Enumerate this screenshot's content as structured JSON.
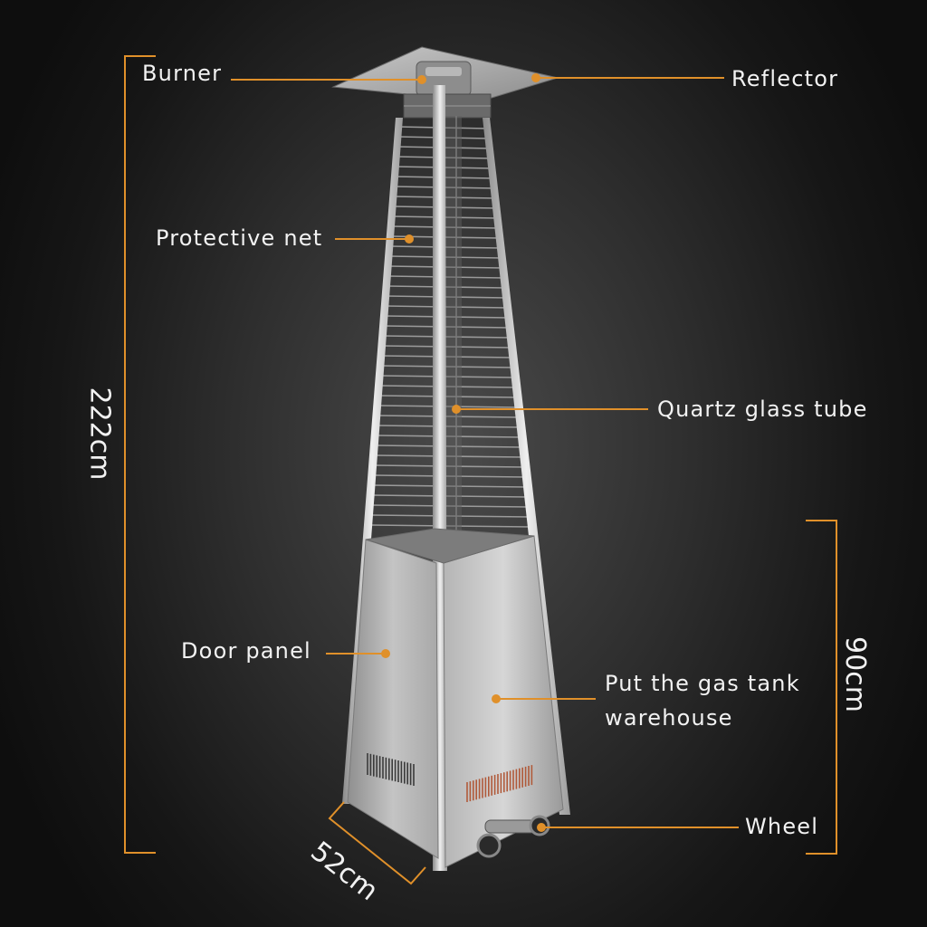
{
  "labels": {
    "burner": "Burner",
    "reflector": "Reflector",
    "protective_net": "Protective net",
    "quartz_tube": "Quartz glass tube",
    "door_panel": "Door panel",
    "gas_tank_line1": "Put the gas tank",
    "gas_tank_line2": "warehouse",
    "wheel": "Wheel"
  },
  "dimensions": {
    "height_total": "222cm",
    "height_base": "90cm",
    "width_base": "52cm"
  },
  "colors": {
    "accent": "#e0902a",
    "text": "#f2f2f2",
    "background": "#1a1a1a",
    "steel": "#c9c9c9"
  }
}
